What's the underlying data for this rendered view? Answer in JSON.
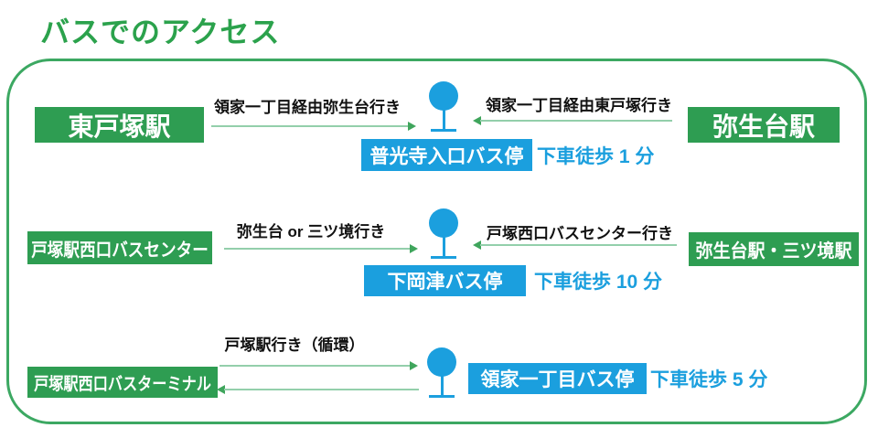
{
  "title": "バスでのアクセス",
  "colors": {
    "title_green": "#2ba24c",
    "station_box_green": "#2e9d52",
    "frame_border_green": "#3ca862",
    "arrow_line_green": "#93cfab",
    "arrow_head_green": "#3fa55c",
    "bus_stop_blue": "#1b9fde",
    "label_text_black": "#111111"
  },
  "icons": {
    "bus_stop": "bus-stop-sign-icon"
  },
  "routes": [
    {
      "left_station": "東戸塚駅",
      "outbound_label": "領家一丁目経由弥生台行き",
      "return_label": "領家一丁目経由東戸塚行き",
      "right_station": "弥生台駅",
      "bus_stop": "普光寺入口バス停",
      "walk_note": "下車徒歩 1 分"
    },
    {
      "left_station": "戸塚駅西口バスセンター",
      "outbound_label": "弥生台 or 三ツ境行き",
      "return_label": "戸塚西口バスセンター行き",
      "right_station": "弥生台駅・三ツ境駅",
      "bus_stop": "下岡津バス停",
      "walk_note": "下車徒歩 10 分"
    },
    {
      "left_station": "戸塚駅西口バスターミナル",
      "outbound_label": "戸塚駅行き（循環）",
      "bus_stop": "領家一丁目バス停",
      "walk_note": "下車徒歩 5 分"
    }
  ]
}
